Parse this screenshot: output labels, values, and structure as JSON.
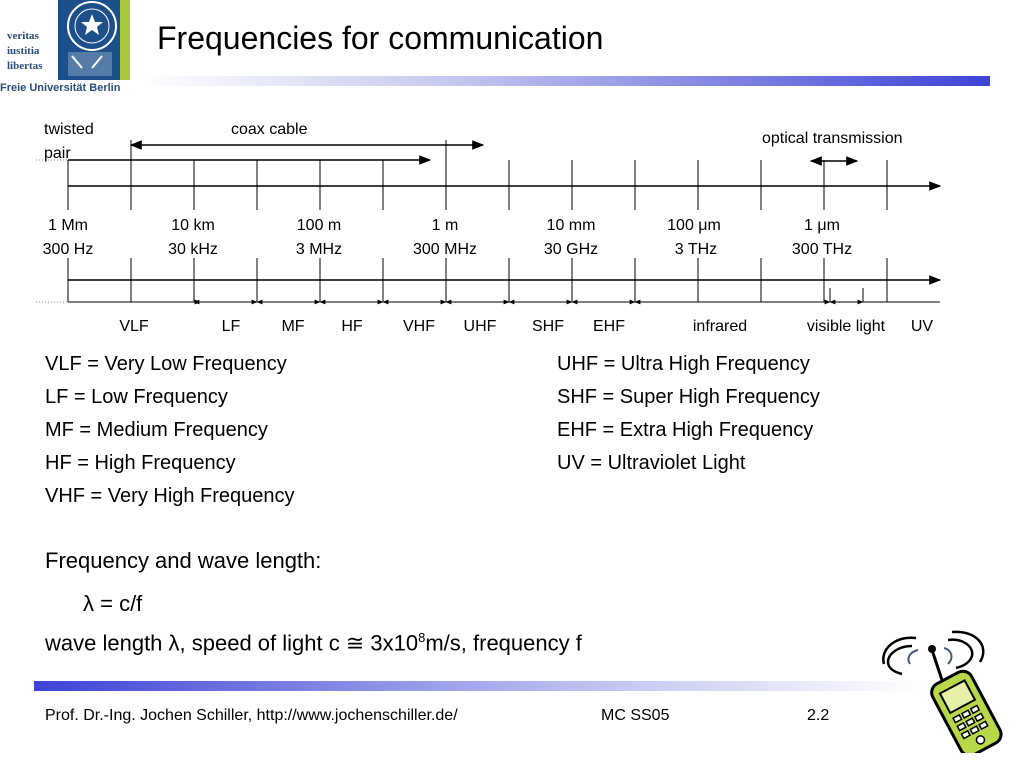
{
  "logo": {
    "motto": [
      "veritas",
      "iustitia",
      "libertas"
    ],
    "university": "Freie Universität Berlin"
  },
  "title": "Frequencies for communication",
  "diagram": {
    "ranges": {
      "twisted_pair_line1": "twisted",
      "twisted_pair_line2": "pair",
      "coax": "coax cable",
      "optical": "optical transmission"
    },
    "scale": [
      {
        "wavelength": "1 Mm",
        "frequency": "300 Hz"
      },
      {
        "wavelength": "10 km",
        "frequency": "30 kHz"
      },
      {
        "wavelength": "100 m",
        "frequency": "3 MHz"
      },
      {
        "wavelength": "1 m",
        "frequency": "300 MHz"
      },
      {
        "wavelength": "10 mm",
        "frequency": "30 GHz"
      },
      {
        "wavelength": "100 μm",
        "frequency": "3 THz"
      },
      {
        "wavelength": "1 μm",
        "frequency": "300 THz"
      }
    ],
    "bands": [
      "VLF",
      "LF",
      "MF",
      "HF",
      "VHF",
      "UHF",
      "SHF",
      "EHF",
      "infrared",
      "visible light",
      "UV"
    ]
  },
  "definitions": {
    "left": [
      "VLF = Very Low Frequency",
      "LF = Low Frequency",
      "MF = Medium Frequency",
      "HF = High Frequency",
      "VHF = Very High Frequency"
    ],
    "right": [
      "UHF = Ultra High Frequency",
      "SHF = Super High Frequency",
      "EHF = Extra High Frequency",
      "UV = Ultraviolet Light"
    ]
  },
  "formula_section": {
    "heading": "Frequency and wave length:",
    "formula": "λ = c/f",
    "wave_prefix": "wave length λ, speed of light c ≅ 3x10",
    "wave_exp": "8",
    "wave_suffix": "m/s, frequency f"
  },
  "footer": {
    "author": "Prof. Dr.-Ing. Jochen Schiller, http://www.jochenschiller.de/",
    "course": "MC SS05",
    "page": "2.2"
  }
}
